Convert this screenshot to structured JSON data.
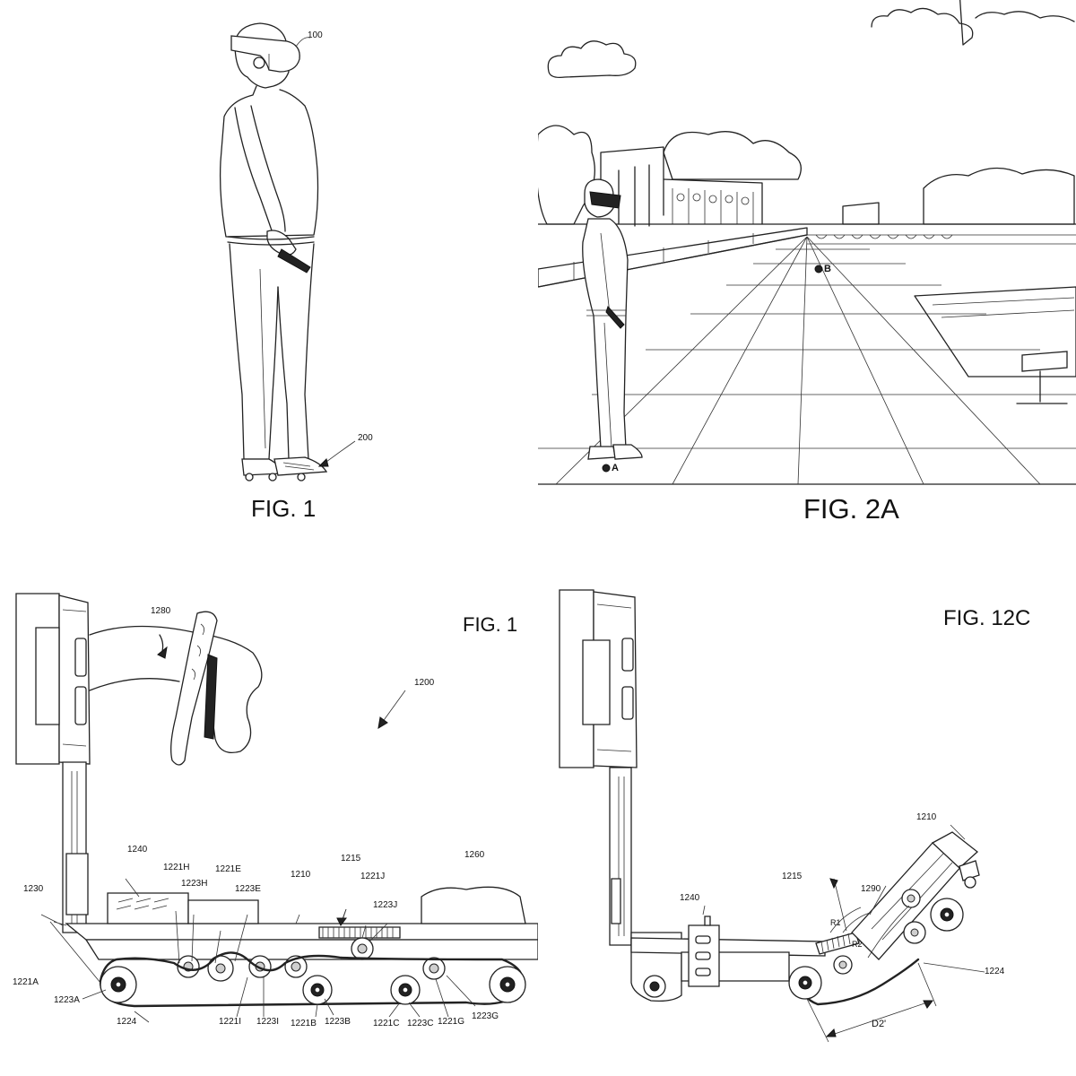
{
  "figures": {
    "fig1": {
      "caption": "FIG. 1",
      "refs": {
        "headset": "100",
        "shoes": "200"
      }
    },
    "fig2a": {
      "caption": "FIG. 2A",
      "points": {
        "a": "A",
        "b": "B"
      }
    },
    "fig12b": {
      "caption": "FIG. 1",
      "refs": {
        "r1280a": "1280",
        "r1200": "1200",
        "r1240": "1240",
        "r1221h": "1221H",
        "r1221e": "1221E",
        "r1223h": "1223H",
        "r1223e": "1223E",
        "r1210": "1210",
        "r1215": "1215",
        "r1221j": "1221J",
        "r1223j": "1223J",
        "r1260": "1260",
        "r1230": "1230",
        "r1221a": "1221A",
        "r1223a": "1223A",
        "r1224": "1224",
        "r1221i": "1221I",
        "r1223i": "1223I",
        "r1221b": "1221B",
        "r1223b": "1223B",
        "r1221c": "1221C",
        "r1223c": "1223C",
        "r1221g": "1221G",
        "r1223g": "1223G"
      }
    },
    "fig12c": {
      "caption": "FIG. 12C",
      "refs": {
        "r1210": "1210",
        "r1240": "1240",
        "r1215": "1215",
        "r1290": "1290",
        "r1224": "1224",
        "r1": "R1",
        "r2": "R2",
        "d2": "D2'"
      }
    }
  }
}
